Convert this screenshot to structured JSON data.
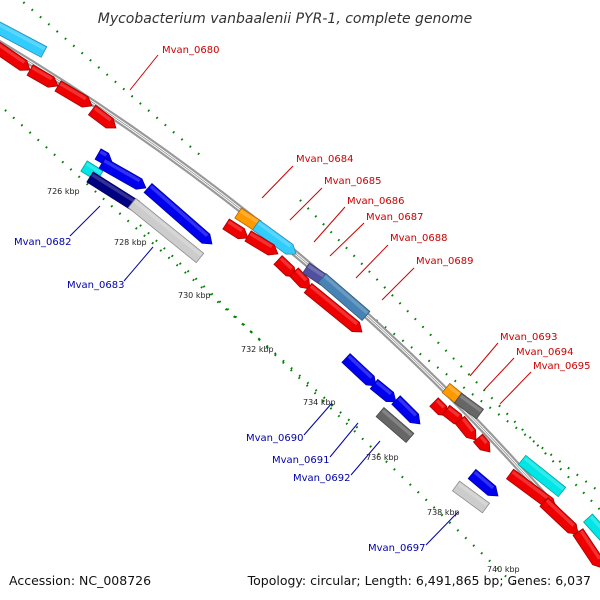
{
  "title": "Mycobacterium vanbaalenii PYR-1, complete genome",
  "footer": {
    "accession": "Accession: NC_008726",
    "topology": "Topology: circular; Length: 6,491,865 bp; Genes: 6,037"
  },
  "colors": {
    "forward_label": "#cc0000",
    "reverse_label": "#0000aa",
    "red": "#ee0000",
    "blue": "#0000ee",
    "navy": "#000080",
    "cyan": "#00e6e6",
    "skyblue": "#33ccff",
    "orange": "#ff9900",
    "steelblue": "#4682b4",
    "slateblue": "#5050a0",
    "silver": "#cccccc",
    "gray": "#666666",
    "tick_green": "#008000"
  },
  "ticks": [
    "726 kbp",
    "728 kbp",
    "730 kbp",
    "732 kbp",
    "734 kbp",
    "736 kbp",
    "738 kbp",
    "740 kbp"
  ],
  "gene_labels": {
    "forward": [
      "Mvan_0680",
      "Mvan_0684",
      "Mvan_0685",
      "Mvan_0686",
      "Mvan_0687",
      "Mvan_0688",
      "Mvan_0689",
      "Mvan_0693",
      "Mvan_0694",
      "Mvan_0695"
    ],
    "reverse": [
      "Mvan_0682",
      "Mvan_0683",
      "Mvan_0690",
      "Mvan_0691",
      "Mvan_0692",
      "Mvan_0697"
    ]
  }
}
